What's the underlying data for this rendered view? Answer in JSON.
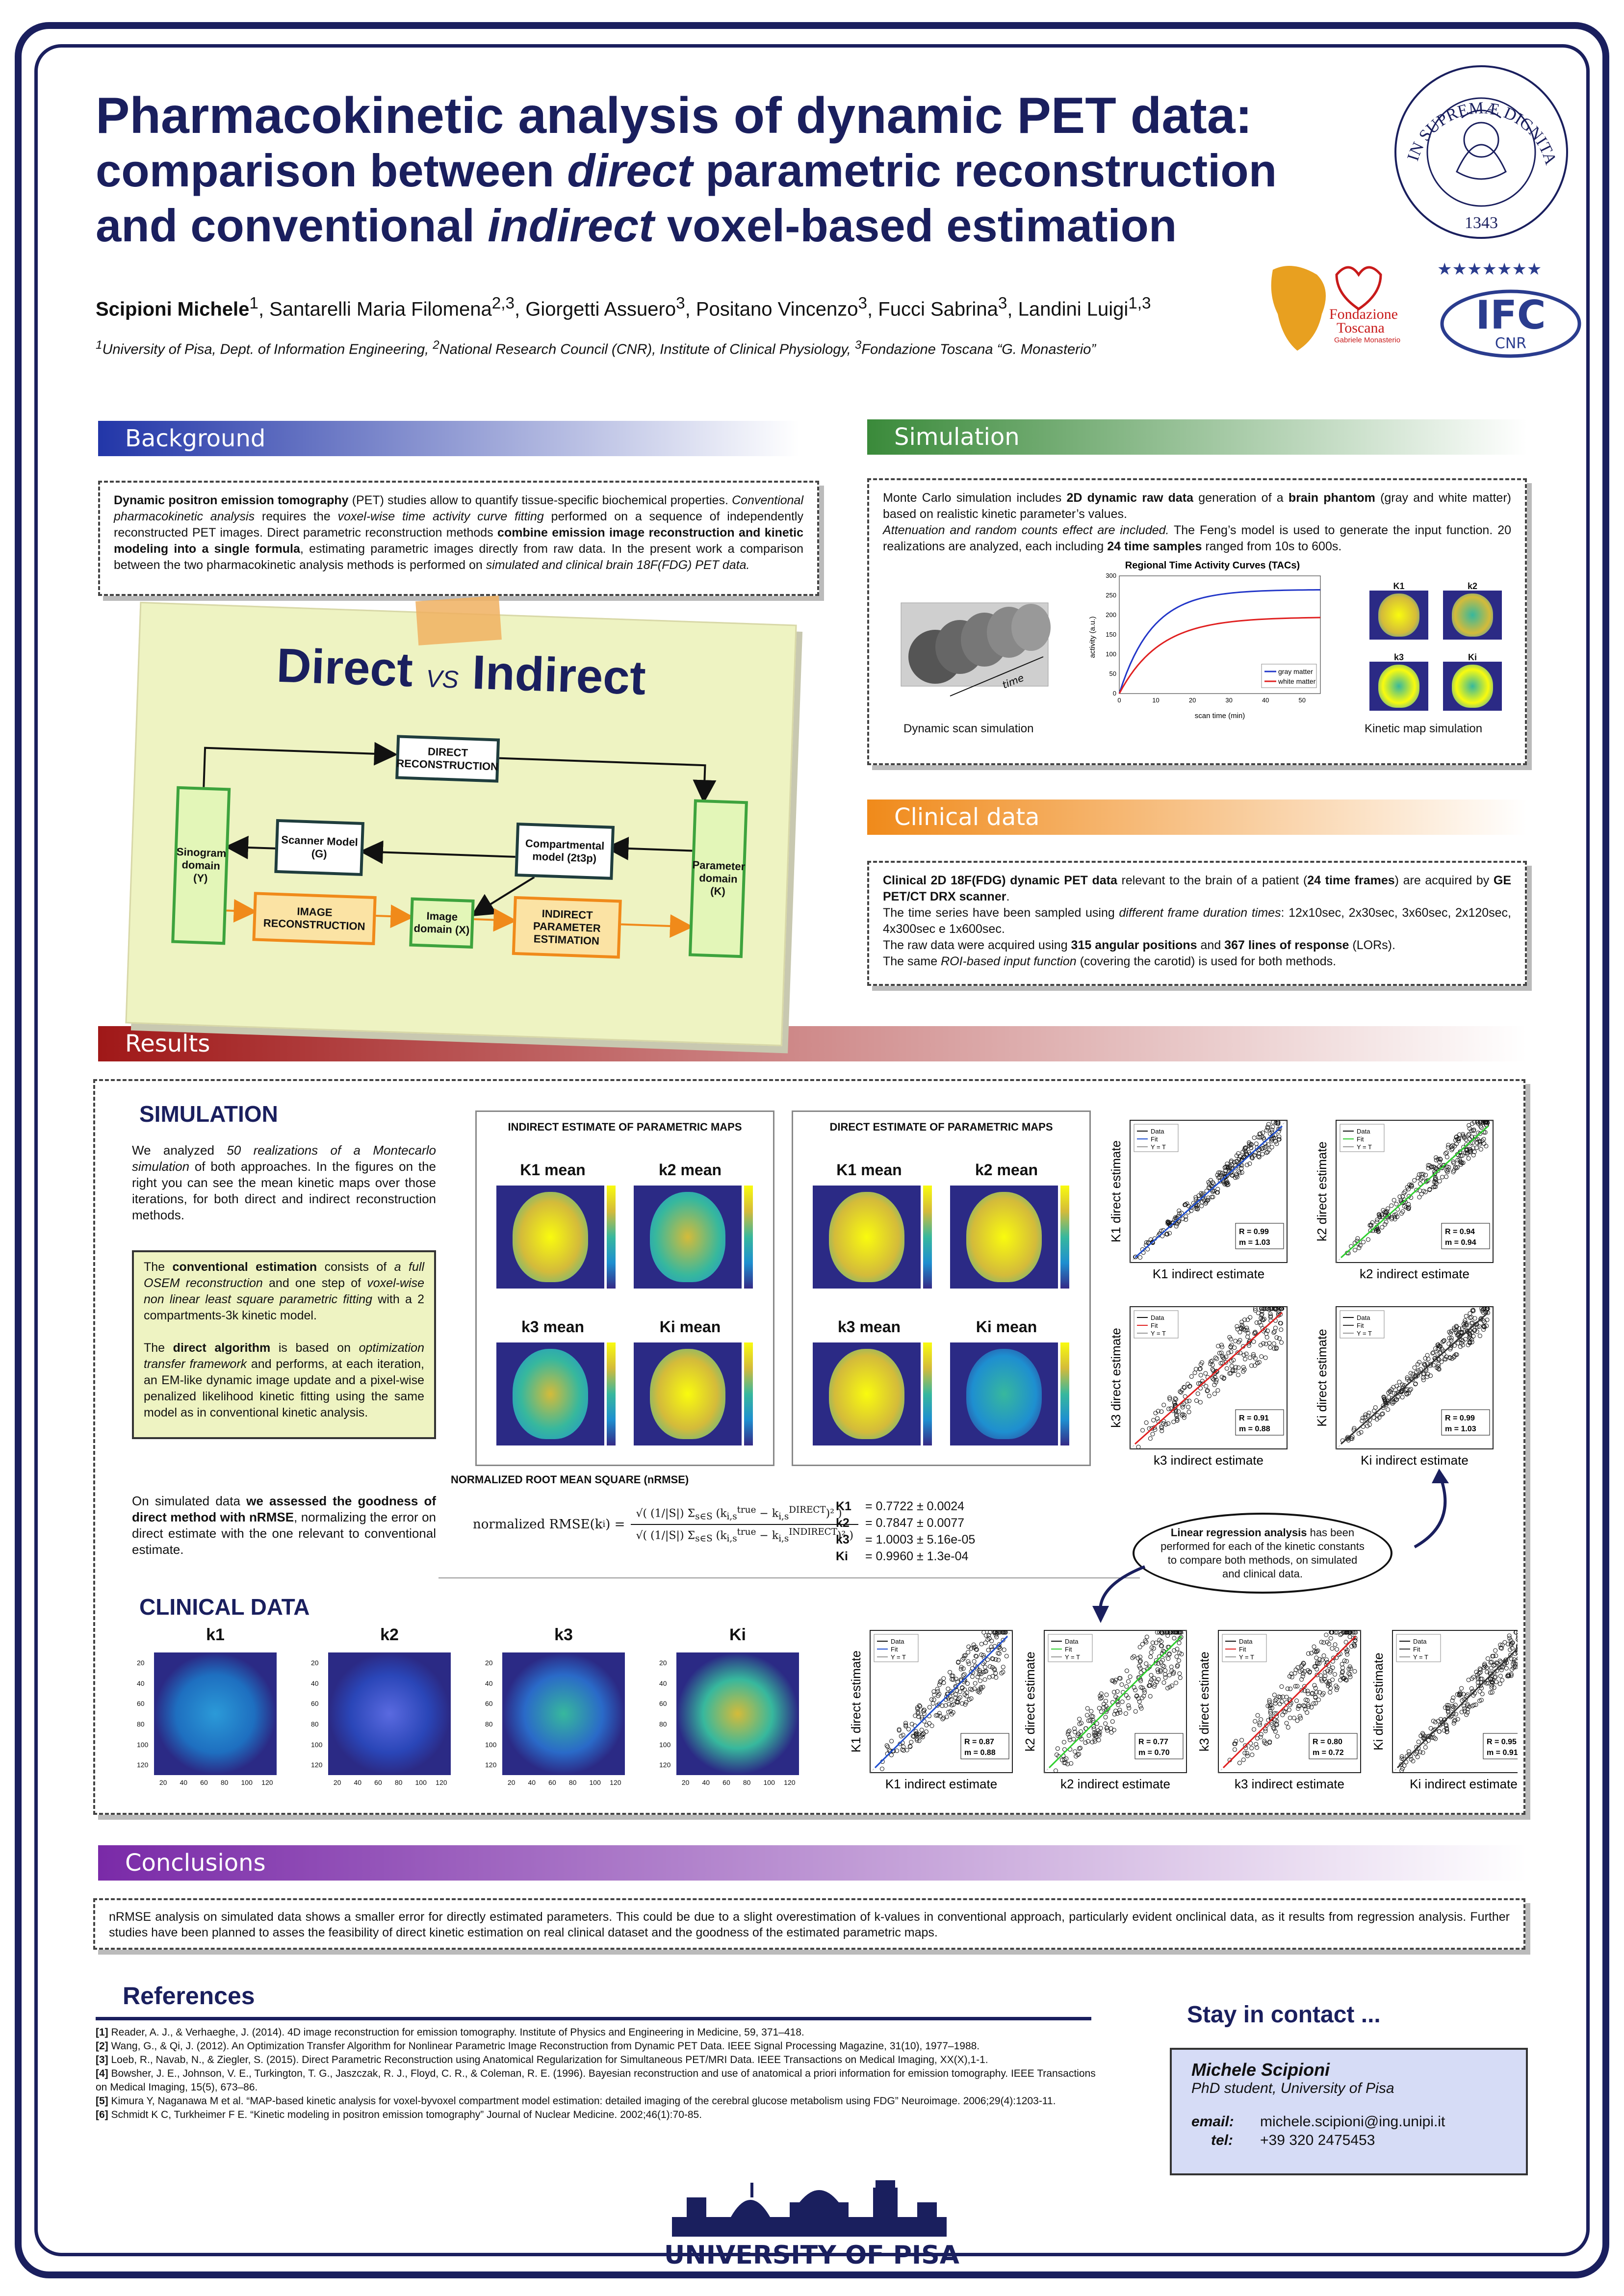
{
  "title": {
    "line1": "Pharmacokinetic analysis of dynamic PET data:",
    "line2_a": "comparison between ",
    "line2_b": "direct",
    "line2_c": " parametric reconstruction",
    "line3_a": "and conventional ",
    "line3_b": "indirect",
    "line3_c": " voxel-based estimation"
  },
  "authors": {
    "lead": "Scipioni Michele",
    "lead_sup": "1",
    "rest": ", Santarelli Maria Filomena",
    "rest_sup": "2,3",
    "a3": ", Giorgetti Assuero",
    "a3_sup": "3",
    "a4": ", Positano Vincenzo",
    "a4_sup": "3",
    "a5": ", Fucci Sabrina",
    "a5_sup": "3",
    "a6": ", Landini Luigi",
    "a6_sup": "1,3"
  },
  "affiliations": {
    "s1": "1",
    "t1": "University of Pisa, Dept. of Information Engineering, ",
    "s2": "2",
    "t2": "National Research Council (CNR), Institute of Clinical Physiology, ",
    "s3": "3",
    "t3": "Fondazione Toscana “G. Monasterio”"
  },
  "logos": {
    "seal_text": "IN SUPREMÆ DIGNITATIS",
    "seal_year": "1343",
    "ft_line1": "Fondazione",
    "ft_line2": "Toscana",
    "ft_line3": "Gabriele Monasterio",
    "ifc": "IFC",
    "cnr": "CNR"
  },
  "sections": {
    "background": "Background",
    "simulation": "Simulation",
    "clinical": "Clinical data",
    "results": "Results",
    "conclusions": "Conclusions",
    "references": "References",
    "contact": "Stay in contact ..."
  },
  "background": {
    "p1_b": "Dynamic positron emission tomography",
    "p1": " (PET) studies allow to quantify tissue-specific biochemical properties. ",
    "p2_i": "Conventional pharmacokinetic analysis",
    "p2": " requires the ",
    "p2_i2": "voxel-wise time activity curve fitting",
    "p3": " performed on a sequence of independently reconstructed PET images. Direct parametric reconstruction methods ",
    "p3_b": "combine emission image reconstruction and kinetic modeling into a single formula",
    "p4": ", estimating parametric images directly from raw data. In the present work a comparison between the two pharmacokinetic analysis methods is performed on ",
    "p4_i": "simulated and clinical brain 18F(FDG) PET data."
  },
  "diagram": {
    "title_a": "Direct",
    "title_vs": "VS",
    "title_b": "Indirect",
    "direct_recon": "DIRECT RECONSTRUCTION",
    "scanner": "Scanner Model (G)",
    "sinogram": "Sinogram domain (Y)",
    "compart": "Compartmental model (2t3p)",
    "param": "Parameter domain (K)",
    "image_recon": "IMAGE RECONSTRUCTION",
    "image_domain": "Image domain (X)",
    "indirect_est": "INDIRECT PARAMETER ESTIMATION"
  },
  "simulation": {
    "s1": "Monte Carlo simulation includes ",
    "s1_b": "2D dynamic raw data",
    "s2": " generation of a ",
    "s2_b": "brain phantom",
    "s3": " (gray and white matter) based on realistic kinetic parameter’s values.",
    "s4_i": "Attenuation and random counts effect are included.",
    "s5": " The Feng’s model is used to generate the input function. 20 realizations are analyzed, each including ",
    "s5_b": "24 time samples",
    "s6": " ranged from 10s to 600s.",
    "scan_caption": "Dynamic scan simulation",
    "time_label": "time",
    "tac_title": "Regional Time Activity Curves (TACs)",
    "tac_xlabel": "scan time (min)",
    "tac_ylabel": "activity (a.u.)",
    "tac_legend_gray": "gray matter",
    "tac_legend_white": "white matter",
    "kin_caption": "Kinetic map simulation",
    "kin_labels": [
      "K1",
      "k2",
      "k3",
      "Ki"
    ]
  },
  "clinical": {
    "c1_b": "Clinical 2D 18F(FDG) dynamic PET data",
    "c1": " relevant to the brain of a patient (",
    "c1_b2": "24 time frames",
    "c2": ") are acquired by ",
    "c2_b": "GE PET/CT DRX scanner",
    "c3": ".",
    "c4": "The time series have been sampled using ",
    "c4_i": "different frame duration times",
    "c5": ": 12x10sec, 2x30sec, 3x60sec, 2x120sec, 4x300sec e 1x600sec.",
    "c6": "The raw data were acquired using ",
    "c6_b": "315 angular positions",
    "c7": " and ",
    "c7_b": "367 lines of response",
    "c8": " (LORs).",
    "c9": "The same ",
    "c9_i": "ROI-based input function",
    "c10": " (covering the carotid) is used for both methods."
  },
  "results": {
    "sim_head": "SIMULATION",
    "sim_p_a": "We analyzed ",
    "sim_p_i": "50 realizations of a Montecarlo simulation",
    "sim_p_b": " of both approaches. In the figures on the right you can see the mean kinetic maps over those iterations, for both direct and indirect reconstruction methods.",
    "conv_a": "The ",
    "conv_b": "conventional estimation",
    "conv_c": " consists of ",
    "conv_i": "a full OSEM reconstruction",
    "conv_d": " and one step of ",
    "conv_i2": "voxel-wise non linear least square parametric fitting",
    "conv_e": " with a 2 compartments-3k kinetic model.",
    "dir_a": "The ",
    "dir_b": "direct algorithm",
    "dir_c": " is based on ",
    "dir_i": "optimization transfer framework",
    "dir_d": " and performs, at each iteration, an EM-like dynamic image update and a pixel-wise penalized likelihood kinetic fitting using the same model as in conventional kinetic analysis.",
    "good_a": "On simulated data ",
    "good_b": "we assessed the goodness of direct method with nRMSE",
    "good_c": ", normalizing the error on direct estimate with the one relevant to conventional estimate.",
    "indirect_maps": "INDIRECT ESTIMATE OF PARAMETRIC MAPS",
    "direct_maps": "DIRECT ESTIMATE OF PARAMETRIC MAPS",
    "map_labels": [
      "K1 mean",
      "k2 mean",
      "k3 mean",
      "Ki mean"
    ],
    "nrmse_title": "NORMALIZED ROOT MEAN SQUARE (nRMSE)",
    "nrmse_formula_lhs": "normalized RMSE(k",
    "nrmse_formula_lhs2": ") =",
    "nrmse_values": [
      {
        "k": "K1",
        "v": "=  0.7722 ± 0.0024"
      },
      {
        "k": "k2",
        "v": "=  0.7847 ± 0.0077"
      },
      {
        "k": "k3",
        "v": "=  1.0003 ± 5.16e-05"
      },
      {
        "k": "Ki",
        "v": "=  0.9960 ± 1.3e-04"
      }
    ],
    "regression_note_b": "Linear regression analysis",
    "regression_note": " has been performed for each of the kinetic constants to compare both methods, on simulated and clinical data.",
    "clin_head": "CLINICAL DATA",
    "clin_labels": [
      "k1",
      "k2",
      "k3",
      "Ki"
    ],
    "clin_yticks": [
      "20",
      "40",
      "60",
      "80",
      "100",
      "120"
    ],
    "clin_xticks": [
      "20",
      "40",
      "60",
      "80",
      "100",
      "120"
    ],
    "sim_scatter": [
      {
        "x": "K1 indirect estimate",
        "y": "K1 direct estimate",
        "r": "R = 0.99",
        "m": "m = 1.03",
        "fit": "#1f4fd0"
      },
      {
        "x": "k2 indirect estimate",
        "y": "k2 direct estimate",
        "r": "R = 0.94",
        "m": "m = 0.94",
        "fit": "#2fcf2f"
      },
      {
        "x": "k3 indirect estimate",
        "y": "k3 direct estimate",
        "r": "R = 0.91",
        "m": "m = 0.88",
        "fit": "#e02020"
      },
      {
        "x": "Ki indirect estimate",
        "y": "Ki direct estimate",
        "r": "R = 0.99",
        "m": "m = 1.03",
        "fit": "#333333"
      }
    ],
    "clin_scatter": [
      {
        "x": "K1 indirect estimate",
        "y": "K1 direct estimate",
        "r": "R = 0.87",
        "m": "m = 0.88",
        "fit": "#1f4fd0"
      },
      {
        "x": "k2 indirect estimate",
        "y": "k2 direct estimate",
        "r": "R = 0.77",
        "m": "m = 0.70",
        "fit": "#2fcf2f"
      },
      {
        "x": "k3 indirect estimate",
        "y": "k3 direct estimate",
        "r": "R = 0.80",
        "m": "m = 0.72",
        "fit": "#e02020"
      },
      {
        "x": "Ki indirect estimate",
        "y": "Ki direct estimate",
        "r": "R = 0.95",
        "m": "m = 0.91",
        "fit": "#333333"
      }
    ],
    "legend_data": "Data",
    "legend_fit": "Fit",
    "legend_yt": "Y = T"
  },
  "conclusions": {
    "text": "nRMSE analysis on simulated data shows a smaller error for directly estimated parameters. This could be due to a slight overestimation of k-values in conventional approach, particularly evident onclinical data, as it results from regression analysis. Further studies have been planned to asses the feasibility of direct kinetic estimation on real clinical dataset and the goodness of the estimated parametric maps."
  },
  "references": [
    {
      "n": "[1]",
      "t": " Reader, A. J., & Verhaeghe, J. (2014). 4D image reconstruction for emission tomography. Institute of Physics and Engineering in Medicine, 59, 371–418."
    },
    {
      "n": "[2]",
      "t": " Wang, G., & Qi, J. (2012). An Optimization Transfer Algorithm for Nonlinear Parametric Image Reconstruction from Dynamic PET Data. IEEE Signal Processing Magazine, 31(10), 1977–1988."
    },
    {
      "n": "[3]",
      "t": " Loeb, R., Navab, N., & Ziegler, S. (2015). Direct Parametric Reconstruction using Anatomical Regularization for Simultaneous PET/MRI Data. IEEE Transactions on Medical Imaging, XX(X),1-1."
    },
    {
      "n": "[4]",
      "t": " Bowsher, J. E., Johnson, V. E., Turkington, T. G., Jaszczak, R. J., Floyd, C. R., & Coleman, R. E. (1996). Bayesian reconstruction and use of anatomical a priori information for emission tomography. IEEE Transactions on Medical Imaging, 15(5), 673–86."
    },
    {
      "n": "[5]",
      "t": " Kimura Y, Naganawa M et al. “MAP-based kinetic analysis for voxel-byvoxel compartment model estimation: detailed imaging of the cerebral glucose metabolism using FDG” Neuroimage. 2006;29(4):1203-11."
    },
    {
      "n": "[6]",
      "t": " Schmidt K C, Turkheimer F E. “Kinetic modeling in positron emission tomography” Journal of Nuclear Medicine. 2002;46(1):70-85."
    }
  ],
  "contact": {
    "name": "Michele Scipioni",
    "role": "PhD student, University of Pisa",
    "email_label": "email:",
    "email": "michele.scipioni@ing.unipi.it",
    "tel_label": "tel:",
    "tel": "+39 320 2475453"
  },
  "footer": {
    "university": "UNIVERSITY OF PISA"
  },
  "colors": {
    "navy": "#1a1f5e",
    "background_grad": "#2236a8",
    "simulation_grad": "#3a8a3a",
    "clinical_grad": "#f08a1a",
    "results_grad": "#a01818",
    "conclusions_grad": "#7a2aa8"
  }
}
